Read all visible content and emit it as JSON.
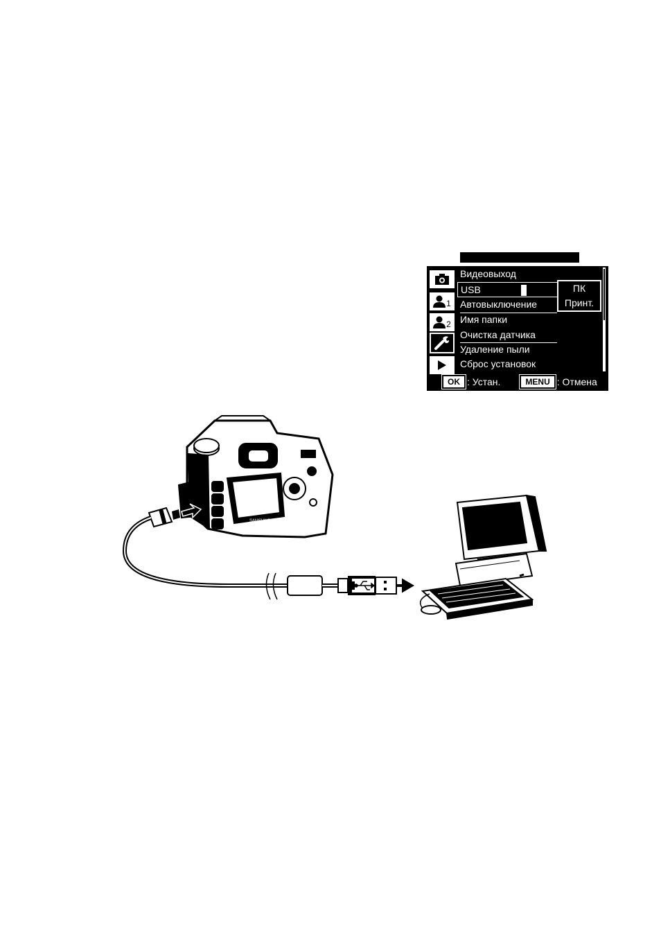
{
  "menu": {
    "tabs": [
      {
        "icon": "camera-icon"
      },
      {
        "icon": "custom-1-icon",
        "label": "1"
      },
      {
        "icon": "custom-2-icon",
        "label": "2"
      },
      {
        "icon": "wrench-icon",
        "active": true
      },
      {
        "icon": "play-icon"
      }
    ],
    "items": [
      {
        "label": "Видеовыход"
      },
      {
        "label": "USB",
        "selected": true
      },
      {
        "label": "Автовыключение"
      },
      {
        "label": "Имя папки"
      },
      {
        "label": "Очистка датчика"
      },
      {
        "label": "Удаление пыли"
      },
      {
        "label": "Сброс установок"
      }
    ],
    "submenu": [
      "ПК",
      "Принт."
    ],
    "bottom": {
      "ok_key": "OK",
      "ok_label": ": Устан.",
      "menu_key": "MENU",
      "menu_label": ": Отмена"
    }
  },
  "illustration": {
    "camera_brand": "SAMSUNG"
  }
}
